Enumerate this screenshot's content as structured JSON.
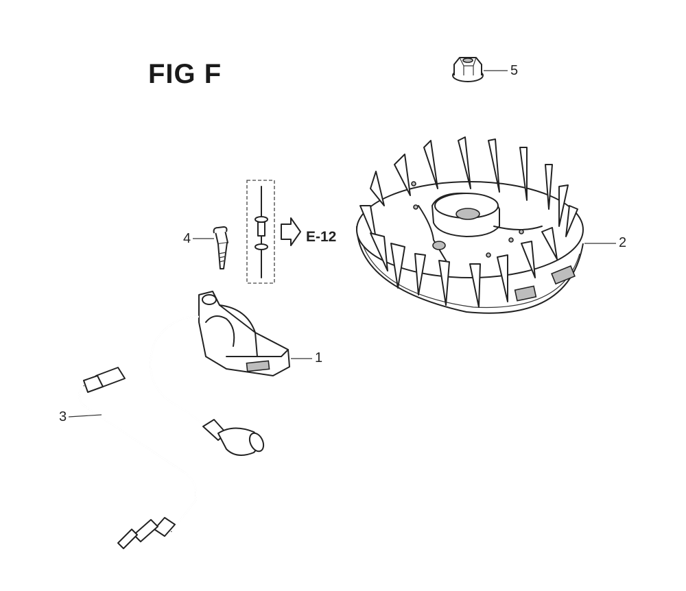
{
  "figure": {
    "title": "FIG F",
    "reference": "E-12"
  },
  "callouts": [
    {
      "id": "1",
      "label": "1"
    },
    {
      "id": "2",
      "label": "2"
    },
    {
      "id": "3",
      "label": "3"
    },
    {
      "id": "4",
      "label": "4"
    },
    {
      "id": "5",
      "label": "5"
    }
  ]
}
